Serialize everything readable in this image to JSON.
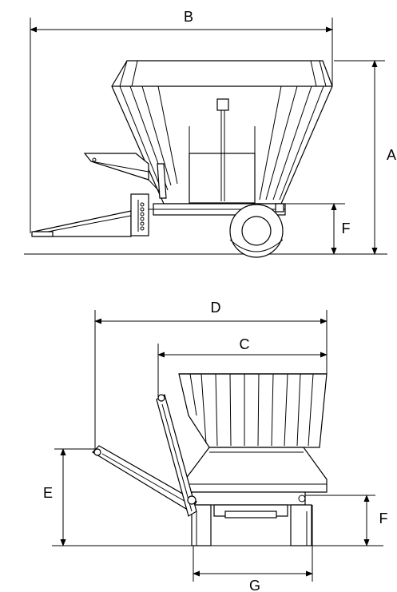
{
  "dimension_labels": {
    "A": "A",
    "B": "B",
    "C": "C",
    "D": "D",
    "E": "E",
    "F_side": "F",
    "F_rear": "F",
    "G": "G"
  }
}
